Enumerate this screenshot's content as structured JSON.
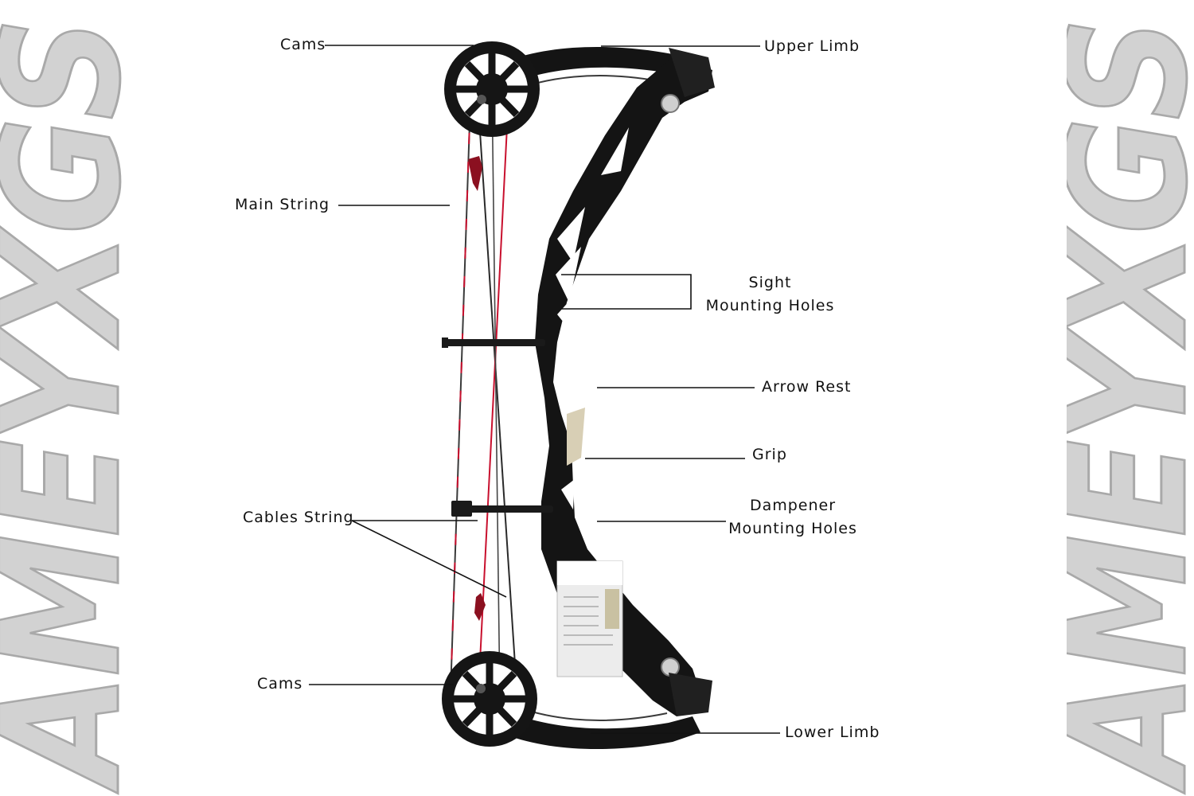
{
  "watermark": {
    "text": "AMEYXGS"
  },
  "labels": {
    "cams_top": "Cams",
    "upper_limb": "Upper Limb",
    "main_string": "Main String",
    "sight_line1": "Sight",
    "sight_line2": "Mounting Holes",
    "arrow_rest": "Arrow Rest",
    "grip": "Grip",
    "cables_string": "Cables String",
    "dampener_line1": "Dampener",
    "dampener_line2": "Mounting Holes",
    "cams_bottom": "Cams",
    "lower_limb": "Lower Limb"
  },
  "colors": {
    "bow_body": "#141414",
    "cable_red": "#c8102e",
    "watermark_fill": "#d2d2d2",
    "watermark_outline": "#a9a9a9"
  }
}
